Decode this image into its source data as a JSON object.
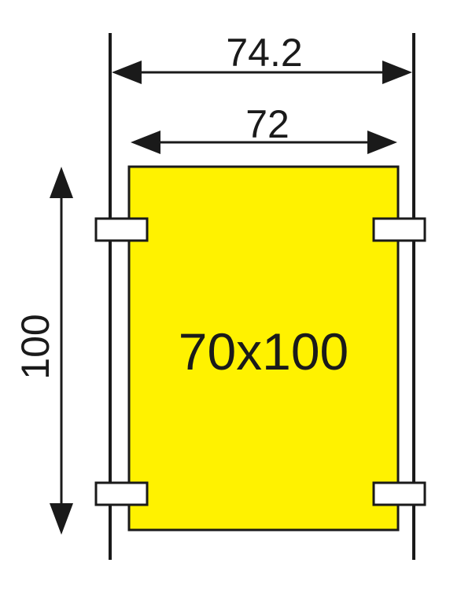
{
  "dimensions": {
    "outer_width": "74.2",
    "inner_width": "72",
    "height": "100"
  },
  "panel": {
    "label": "70x100",
    "fill_color": "#fff200"
  },
  "colors": {
    "line": "#1a1a1a",
    "clip": "#ffffff"
  }
}
